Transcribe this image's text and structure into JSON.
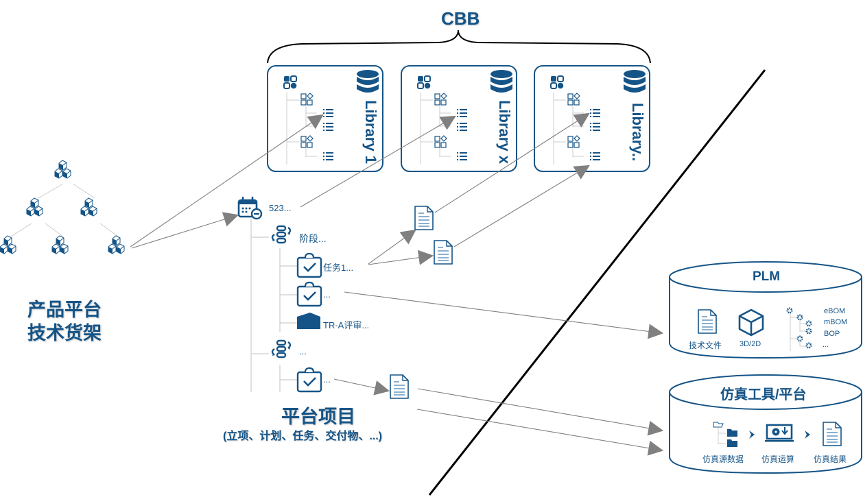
{
  "cbb": {
    "title": "CBB",
    "libraries": [
      {
        "label": "Library 1"
      },
      {
        "label": "Library x"
      },
      {
        "label": "Library.."
      }
    ]
  },
  "product_platform": {
    "title_line1": "产品平台",
    "title_line2": "技术货架"
  },
  "platform_project": {
    "title": "平台项目",
    "subtitle": "(立项、计划、任务、交付物、...)",
    "tree": {
      "root": "523...",
      "stage1": "阶段...",
      "task1": "任务1...",
      "task2": "...",
      "review": "TR-A评审...",
      "stage2": "...",
      "task3": "..."
    }
  },
  "plm": {
    "title": "PLM",
    "items": [
      {
        "icon": "document-icon",
        "label": "技术文件"
      },
      {
        "icon": "cube-3d-icon",
        "label": "3D/2D"
      }
    ],
    "bom_list": [
      "eBOM",
      "mBOM",
      "BOP",
      "..."
    ]
  },
  "simulation": {
    "title": "仿真工具/平台",
    "steps": [
      {
        "icon": "folder-tree-icon",
        "label": "仿真源数据"
      },
      {
        "icon": "computer-disc-icon",
        "label": "仿真运算"
      },
      {
        "icon": "document-icon",
        "label": "仿真结果"
      }
    ]
  },
  "colors": {
    "primary": "#155487",
    "arrow": "#808080",
    "divider": "#000000",
    "tree_line": "#c8c8c8"
  }
}
